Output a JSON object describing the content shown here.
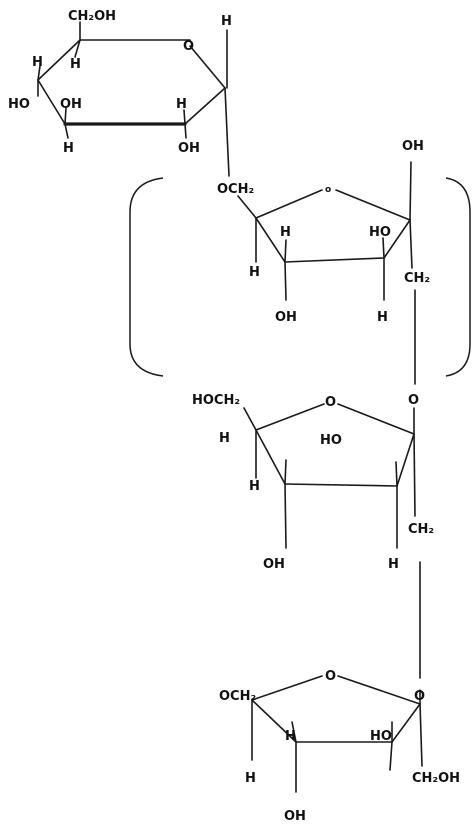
{
  "labels": {
    "glc_ch2oh": "CH₂OH",
    "glc_top_h": "H",
    "glc_ring_o": "O",
    "glc_h_c5": "H",
    "glc_h_c4": "H",
    "glc_ho_c4": "HO",
    "glc_oh_c3": "OH",
    "glc_h_c3": "H",
    "glc_h_c2": "H",
    "glc_oh_c2": "OH",
    "f1_och2": "OCH₂",
    "f1_ring_o": "o",
    "f1_oh_c2": "OH",
    "f1_h_c4": "H",
    "f1_ho_c3": "HO",
    "f1_h_c5": "H",
    "f1_ch2": "CH₂",
    "f1_oh_bottom": "OH",
    "f1_h_bottom": "H",
    "f2_hoch2": "HOCH₂",
    "f2_ring_o": "O",
    "f2_link_o": "O",
    "f2_h_c5": "H",
    "f2_ho_c3": "HO",
    "f2_h_c4": "H",
    "f2_ch2": "CH₂",
    "f2_oh_bottom": "OH",
    "f2_h_bottom": "H",
    "f3_och2": "OCH₂",
    "f3_ring_o": "O",
    "f3_link_o": "O",
    "f3_h_c4": "H",
    "f3_ho_c3": "HO",
    "f3_h_c5": "H",
    "f3_ch2oh": "CH₂OH",
    "f3_oh_bottom": "OH"
  }
}
